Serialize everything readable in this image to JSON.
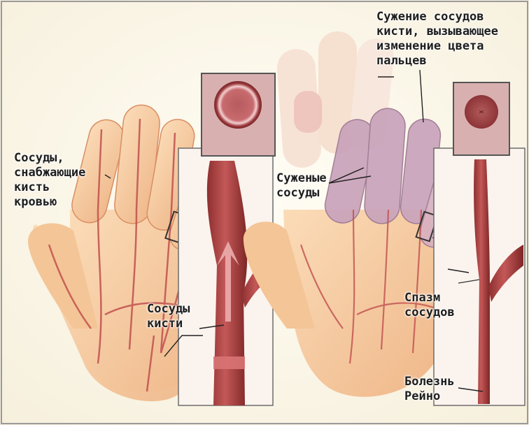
{
  "labels": {
    "vessels_supply": "Сосуды,\nснабжающие\nкисть\nкровью",
    "hand_vessels": "Сосуды\nкисти",
    "constriction_title": "Сужение сосудов\nкисти, вызывающее\nизменение цвета\nпальцев",
    "narrowed_vessels": "Суженые\nсосуды",
    "vasospasm": "Спазм\nсосудов",
    "raynaud": "Болезнь\nРейно"
  },
  "colors": {
    "background": "#fdf8ea",
    "skin": "#f7cfa6",
    "skin_shade": "#e8a877",
    "vessel": "#b64a4a",
    "vessel_dark": "#7e2626",
    "pale_finger": "#f6e6dc",
    "cyanotic_finger": "#c9a3bb",
    "inset_frame": "#6c6c6c"
  }
}
